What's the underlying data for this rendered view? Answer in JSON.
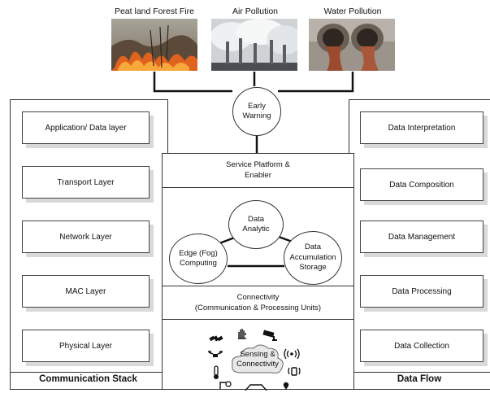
{
  "top": {
    "images": [
      {
        "caption": "Peat land Forest Fire"
      },
      {
        "caption": "Air Pollution"
      },
      {
        "caption": "Water Pollution"
      }
    ]
  },
  "center": {
    "early_warning": "Early\nWarning",
    "service_platform": "Service Platform &\nEnabler",
    "data_analytic": "Data\nAnalytic",
    "edge_computing": "Edge (Fog)\nComputing",
    "data_storage": "Data\nAccumulation\nStorage",
    "connectivity": "Connectivity\n(Communication & Processing Units)",
    "sensing": "Sensing &\nConnectivity"
  },
  "communication_stack": {
    "title": "Communication Stack",
    "layers": [
      "Application/ Data layer",
      "Transport Layer",
      "Network Layer",
      "MAC Layer",
      "Physical Layer"
    ]
  },
  "data_flow": {
    "title": "Data Flow",
    "stages": [
      "Data Interpretation",
      "Data Composition",
      "Data Management",
      "Data Processing",
      "Data Collection"
    ]
  },
  "icons": [
    "satellite-icon",
    "hand-sensor-icon",
    "cctv-camera-icon",
    "drone-icon",
    "wireless-signal-icon",
    "thermometer-icon",
    "wireless-device-icon",
    "sensor-device-icon",
    "router-icon",
    "location-pin-icon"
  ]
}
